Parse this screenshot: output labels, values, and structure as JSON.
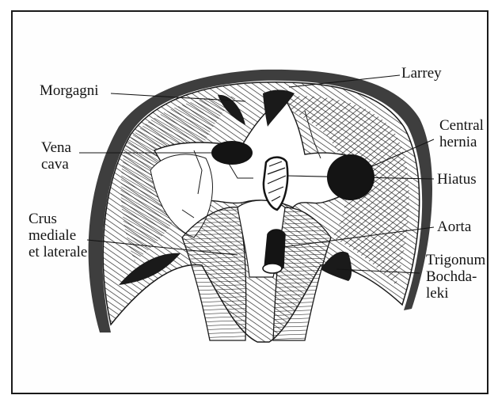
{
  "labels": {
    "morgagni": "Morgagni",
    "larrey": "Larrey",
    "vena_cava": [
      "Vena",
      "cava"
    ],
    "central_hernia": [
      "Central",
      "hernia"
    ],
    "hiatus": "Hiatus",
    "crus": [
      "Crus",
      "mediale",
      "et laterale"
    ],
    "aorta": "Aorta",
    "trigonum": [
      "Trigonum",
      "Bochda-",
      "leki"
    ]
  },
  "colors": {
    "ink": "#141414",
    "paper": "#ffffff"
  }
}
